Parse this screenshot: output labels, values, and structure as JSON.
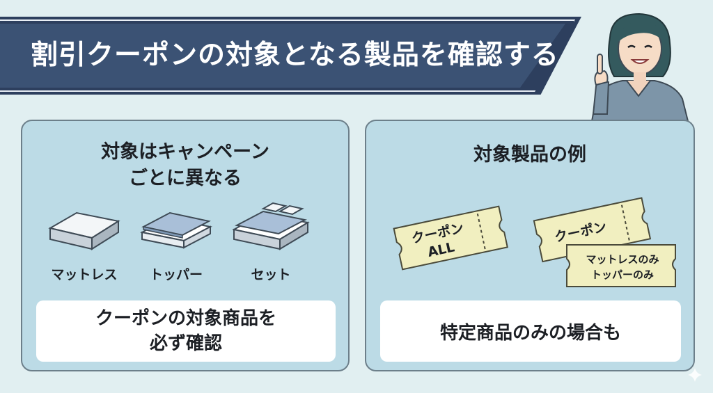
{
  "banner": {
    "title": "割引クーポンの対象となる製品を確認する"
  },
  "left_panel": {
    "heading_line1": "対象はキャンペーン",
    "heading_line2": "ごとに異なる",
    "items": [
      {
        "label": "マットレス",
        "icon": "mattress-icon"
      },
      {
        "label": "トッパー",
        "icon": "topper-icon"
      },
      {
        "label": "セット",
        "icon": "bed-set-icon"
      }
    ],
    "note_line1": "クーポンの対象商品を",
    "note_line2": "必ず確認"
  },
  "right_panel": {
    "heading": "対象製品の例",
    "ticket_all": {
      "line1": "クーポン",
      "line2": "ALL"
    },
    "ticket_coupon": {
      "label": "クーポン"
    },
    "ticket_limited": {
      "line1": "マットレスのみ",
      "line2": "トッパーのみ"
    },
    "note": "特定商品のみの場合も"
  },
  "colors": {
    "background": "#e1eff1",
    "banner": "#3b5274",
    "panel": "#bcdbe6",
    "ticket": "#f1efc0",
    "note_box": "#ffffff"
  }
}
